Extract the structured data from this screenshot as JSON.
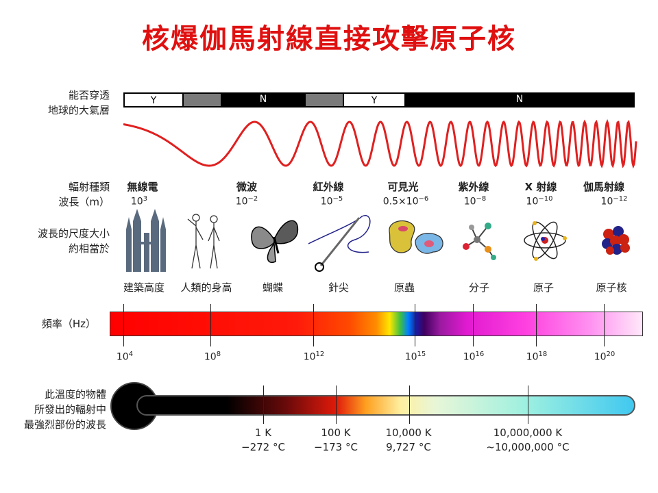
{
  "title": "核爆伽馬射線直接攻擊原子核",
  "labels": {
    "penetrate": [
      "能否穿透",
      "地球的大氣層"
    ],
    "type": "輻射種類",
    "wavelength": "波長（m）",
    "size": [
      "波長的尺度大小",
      "約相當於"
    ],
    "frequency": "頻率（Hz）",
    "temperature": [
      "此溫度的物體",
      "所發出的輻射中",
      "最強烈部份的波長"
    ]
  },
  "atmosphere": [
    "Y",
    "N",
    "Y",
    "N"
  ],
  "types": [
    {
      "name": "無線電",
      "base": "10",
      "exp": "3"
    },
    {
      "name": "微波",
      "base": "10",
      "exp": "−2"
    },
    {
      "name": "紅外線",
      "base": "10",
      "exp": "−5"
    },
    {
      "name": "可見光",
      "base": "0.5×10",
      "exp": "−6"
    },
    {
      "name": "紫外線",
      "base": "10",
      "exp": "−8"
    },
    {
      "name": "X 射線",
      "base": "10",
      "exp": "−10"
    },
    {
      "name": "伽馬射線",
      "base": "10",
      "exp": "−12"
    }
  ],
  "scales": [
    "建築高度",
    "人類的身高",
    "蝴蝶",
    "針尖",
    "原蟲",
    "分子",
    "原子",
    "原子核"
  ],
  "frequencies": [
    {
      "base": "10",
      "exp": "4"
    },
    {
      "base": "10",
      "exp": "8"
    },
    {
      "base": "10",
      "exp": "12"
    },
    {
      "base": "10",
      "exp": "15"
    },
    {
      "base": "10",
      "exp": "16"
    },
    {
      "base": "10",
      "exp": "18"
    },
    {
      "base": "10",
      "exp": "20"
    }
  ],
  "temperatures": [
    {
      "k": "1 K",
      "c": "−272 °C"
    },
    {
      "k": "100 K",
      "c": "−173 °C"
    },
    {
      "k": "10,000 K",
      "c": "9,727 °C"
    },
    {
      "k": "10,000,000 K",
      "c": "~10,000,000 °C"
    }
  ],
  "colors": {
    "title": "#e01010",
    "wave": "#e02020"
  }
}
